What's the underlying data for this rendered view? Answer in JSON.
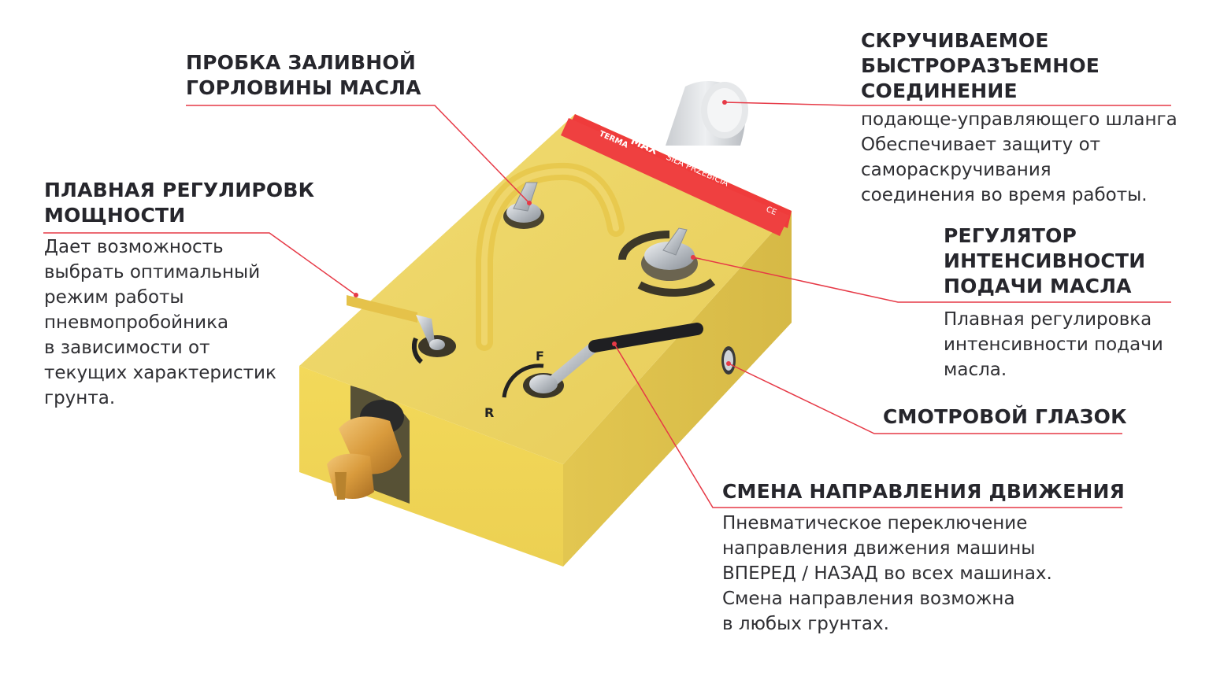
{
  "colors": {
    "accent_line": "#e63946",
    "body_yellow": "#f2d95c",
    "label_red": "#ef3b3b",
    "text_dark": "#26262c"
  },
  "product": {
    "brand": "TERMA",
    "label_main": "MAX",
    "label_sub": "SIŁA PRZEBICIA",
    "mark": "CE",
    "dial_forward": "F",
    "dial_reverse": "R"
  },
  "callouts": [
    {
      "id": "oil-filler-cap",
      "title": "ПРОБКА ЗАЛИВНОЙ\nГОРЛОВИНЫ МАСЛА",
      "desc": ""
    },
    {
      "id": "power-adjustment",
      "title": "ПЛАВНАЯ РЕГУЛИРОВК\nМОЩНОСТИ",
      "desc": "Дает возможность\nвыбрать оптимальный\nрежим работы\nпневмопробойника\nв зависимости от\nтекущих характеристик\nгрунта."
    },
    {
      "id": "quick-coupling",
      "title": "СКРУЧИВАЕМОЕ\nБЫСТРОРАЗЪЕМНОЕ\nСОЕДИНЕНИЕ",
      "desc": "подающе-управляющего шланга\nОбеспечивает защиту от\nсамораскручивания\nсоединения во время работы."
    },
    {
      "id": "oil-flow-regulator",
      "title": "РЕГУЛЯТОР\nИНТЕНСИВНОСТИ\nПОДАЧИ МАСЛА",
      "desc": "Плавная регулировка\nинтенсивности подачи\nмасла."
    },
    {
      "id": "sight-glass",
      "title": "СМОТРОВОЙ ГЛАЗОК",
      "desc": ""
    },
    {
      "id": "direction-change",
      "title": "СМЕНА НАПРАВЛЕНИЯ ДВИЖЕНИЯ",
      "desc": "Пневматическое переключение\nнаправления движения машины\nВПЕРЕД / НАЗАД во всех машинах.\nСмена направления возможна\nв любых грунтах."
    }
  ]
}
